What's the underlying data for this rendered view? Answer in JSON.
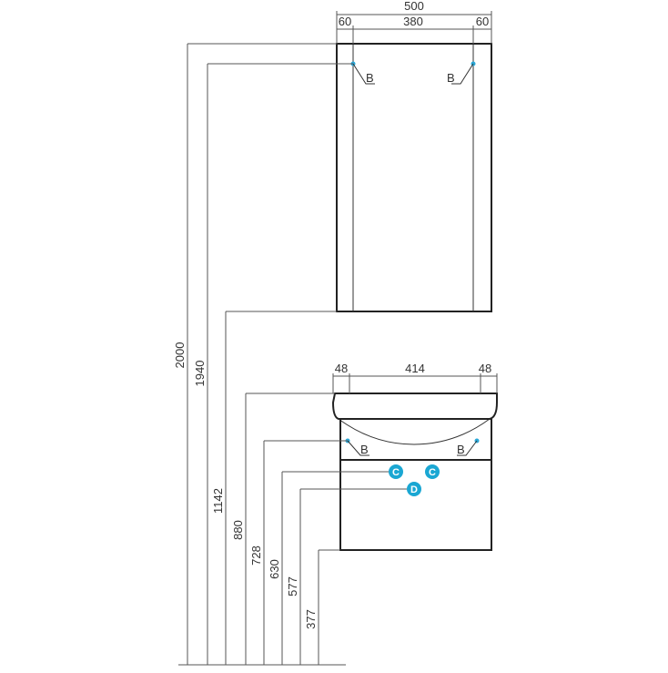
{
  "cabinet": {
    "top_width": "500",
    "side_left": "60",
    "inner_width": "380",
    "side_right": "60"
  },
  "vanity": {
    "side_left": "48",
    "inner_width": "414",
    "side_right": "48"
  },
  "heights": {
    "h2000": "2000",
    "h1940": "1940",
    "h1142": "1142",
    "h880": "880",
    "h728": "728",
    "h630": "630",
    "h577": "577",
    "h377": "377"
  },
  "markers": {
    "b": "B",
    "c": "C",
    "d": "D"
  },
  "colors": {
    "accent": "#1aa7d3",
    "line": "#333333"
  }
}
